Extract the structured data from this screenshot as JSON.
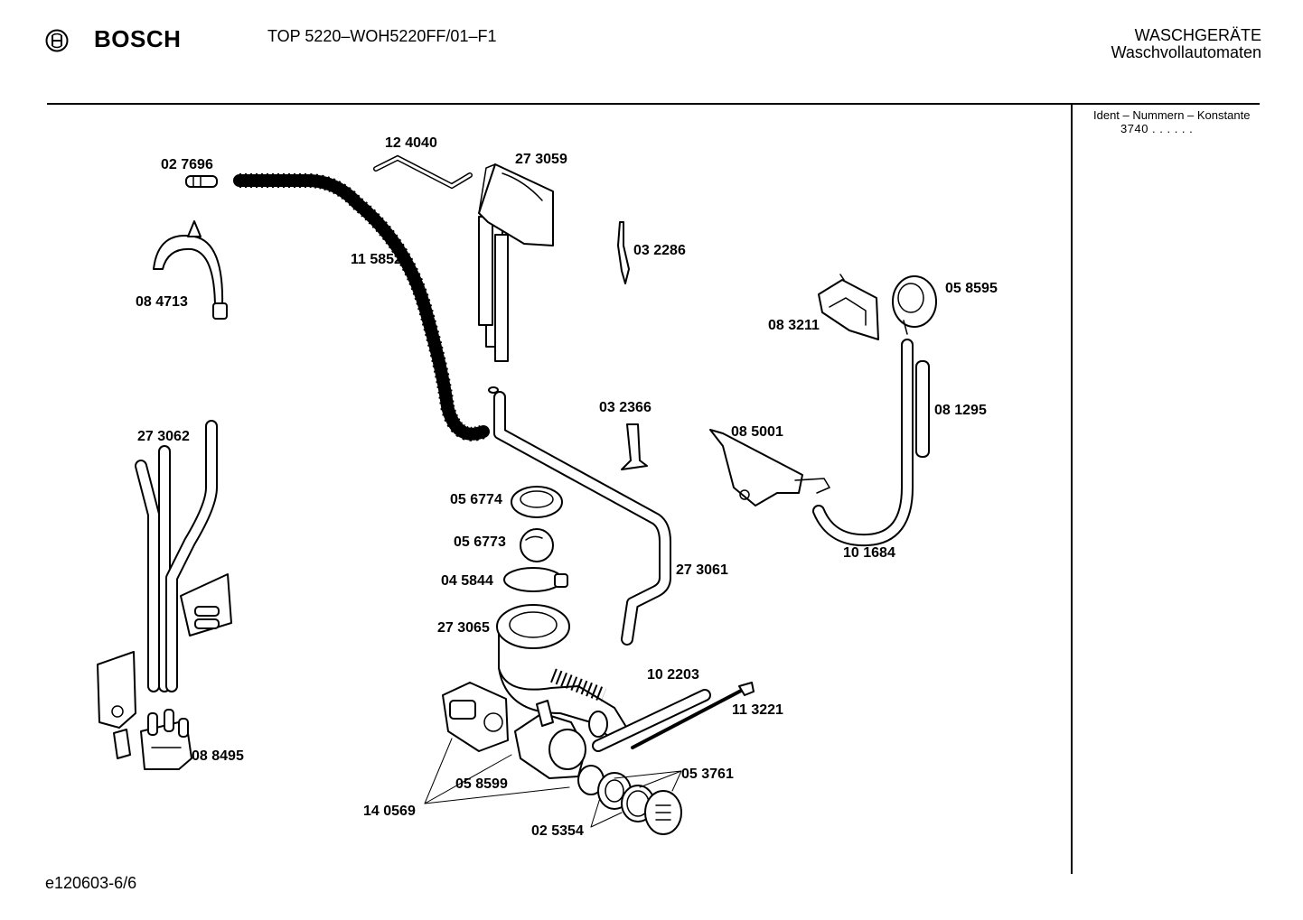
{
  "header": {
    "brand": "BOSCH",
    "model": "TOP 5220–WOH5220FF/01–F1",
    "category_line1": "WASCHGERÄTE",
    "category_line2": "Waschvollautomaten"
  },
  "ident": {
    "title": "Ident – Nummern – Konstante",
    "value": "3740 . . . . . ."
  },
  "footer": {
    "code": "e120603-6/6"
  },
  "parts": {
    "p124040": "12 4040",
    "p273059": "27 3059",
    "p027696": "02 7696",
    "p115852": "11 5852",
    "p084713": "08 4713",
    "p032286": "03 2286",
    "p058595": "05 8595",
    "p083211": "08 3211",
    "p081295": "08 1295",
    "p032366": "03 2366",
    "p273062": "27 3062",
    "p085001": "08 5001",
    "p056774": "05 6774",
    "p056773": "05 6773",
    "p101684": "10 1684",
    "p045844": "04 5844",
    "p273061": "27 3061",
    "p273065": "27 3065",
    "p102203": "10 2203",
    "p113221": "11 3221",
    "p088495": "08 8495",
    "p053761": "05 3761",
    "p058599": "05 8599",
    "p140569": "14 0569",
    "p025354": "02 5354"
  }
}
